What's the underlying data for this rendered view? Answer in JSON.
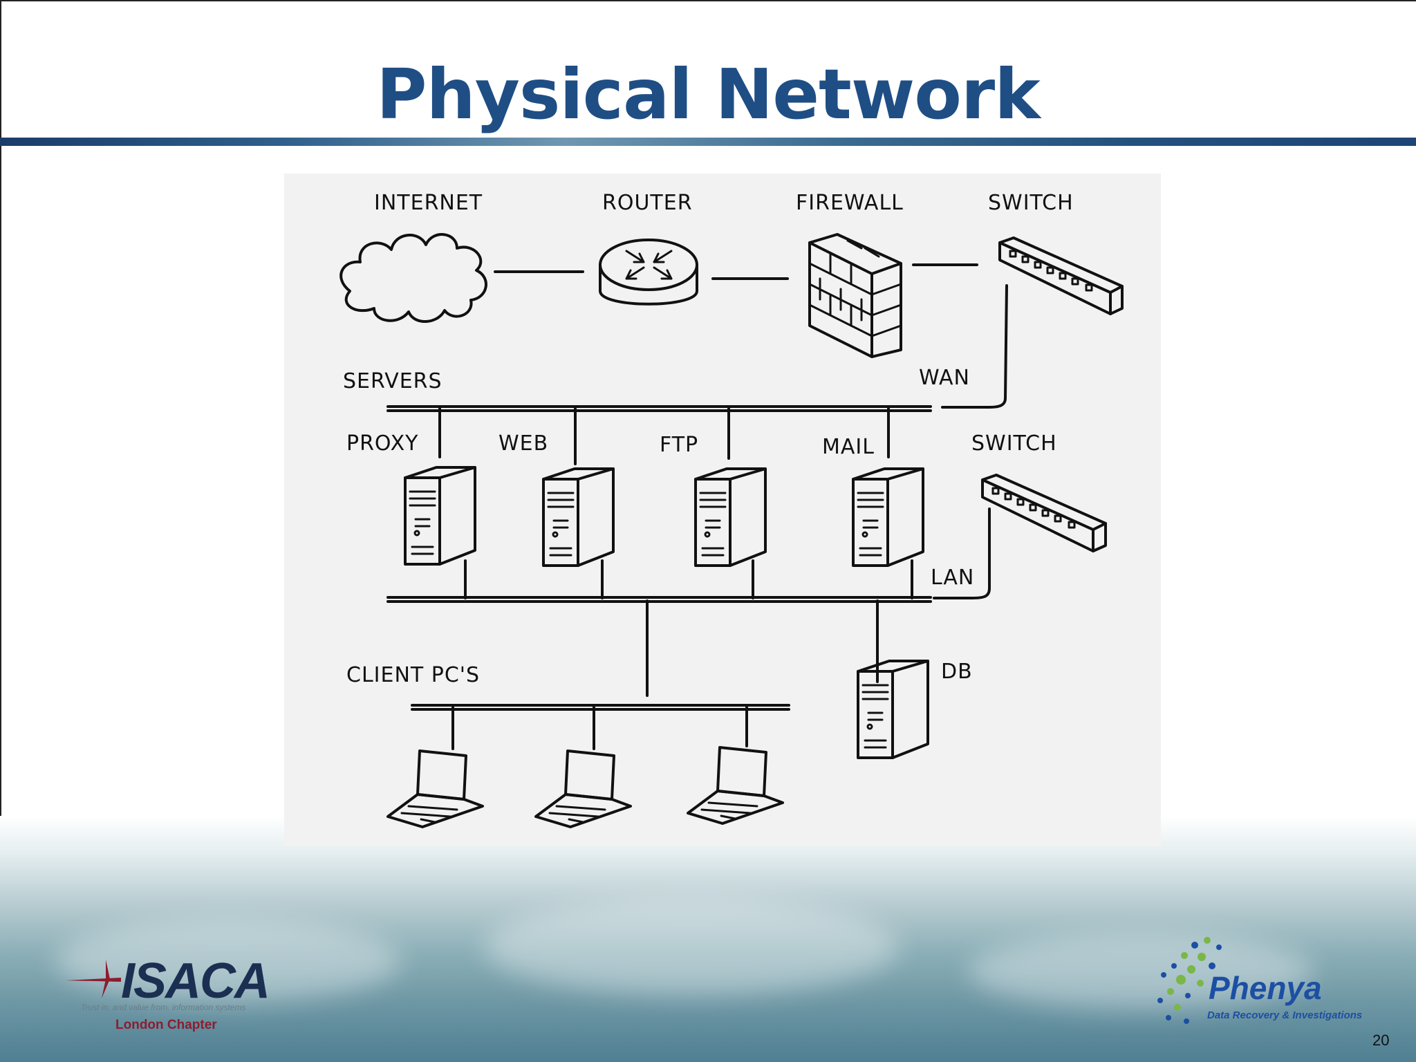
{
  "slide": {
    "title": "Physical Network",
    "page_number": "20"
  },
  "diagram": {
    "labels": {
      "internet": "INTERNET",
      "router": "ROUTER",
      "firewall": "FIREWALL",
      "switch_top": "SWITCH",
      "servers": "SERVERS",
      "wan": "WAN",
      "proxy": "PROXY",
      "web": "WEB",
      "ftp": "FTP",
      "mail": "MAIL",
      "switch_lan": "SWITCH",
      "lan": "LAN",
      "client_pcs": "CLIENT PC'S",
      "db": "DB"
    }
  },
  "logos": {
    "isaca": {
      "name": "ISACA",
      "tagline": "Trust in, and value from, information systems",
      "chapter": "London Chapter"
    },
    "phenya": {
      "name": "Phenya",
      "tagline": "Data Recovery & Investigations"
    }
  },
  "colors": {
    "title": "#1f4e85",
    "isaca_chapter": "#8c1d2e",
    "phenya_blue": "#1c4fa3",
    "phenya_green": "#7ab648"
  }
}
